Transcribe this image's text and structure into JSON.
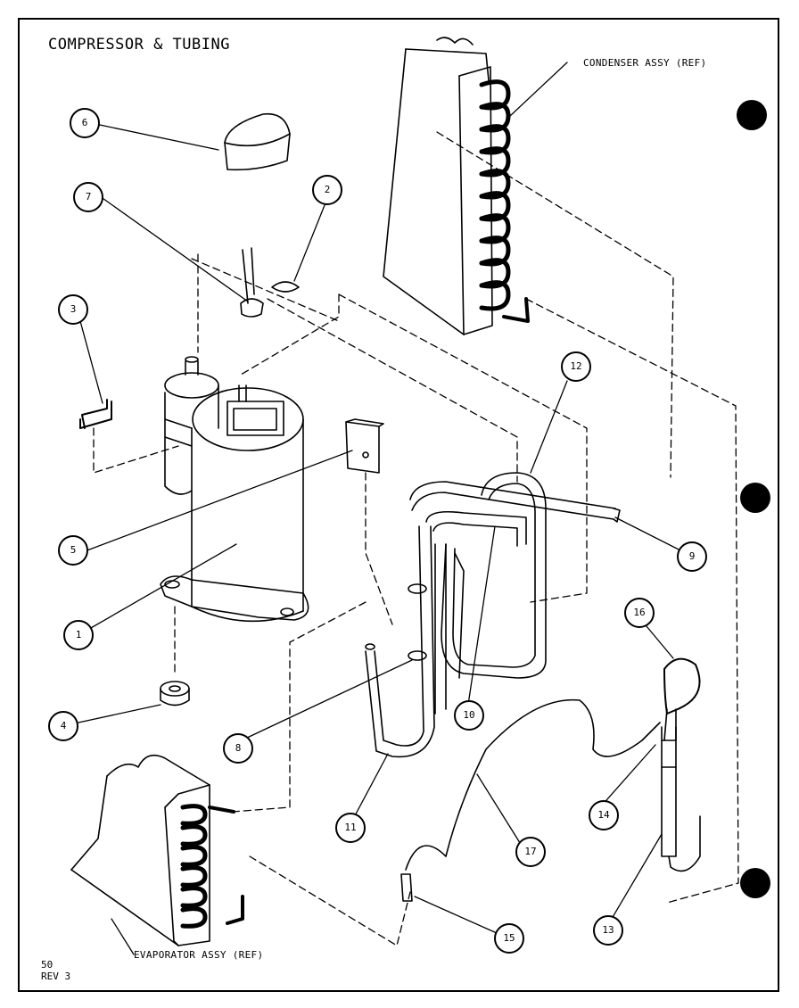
{
  "title": "COMPRESSOR & TUBING",
  "labels": {
    "condenser": "CONDENSER ASSY (REF)",
    "evaporator": "EVAPORATOR ASSY (REF)"
  },
  "page": {
    "number": "50",
    "revision": "REV 3"
  },
  "callouts": [
    "1",
    "2",
    "3",
    "4",
    "5",
    "6",
    "7",
    "8",
    "9",
    "10",
    "11",
    "12",
    "13",
    "14",
    "15",
    "16",
    "17"
  ],
  "colors": {
    "ink": "#000000",
    "paper": "#ffffff"
  }
}
